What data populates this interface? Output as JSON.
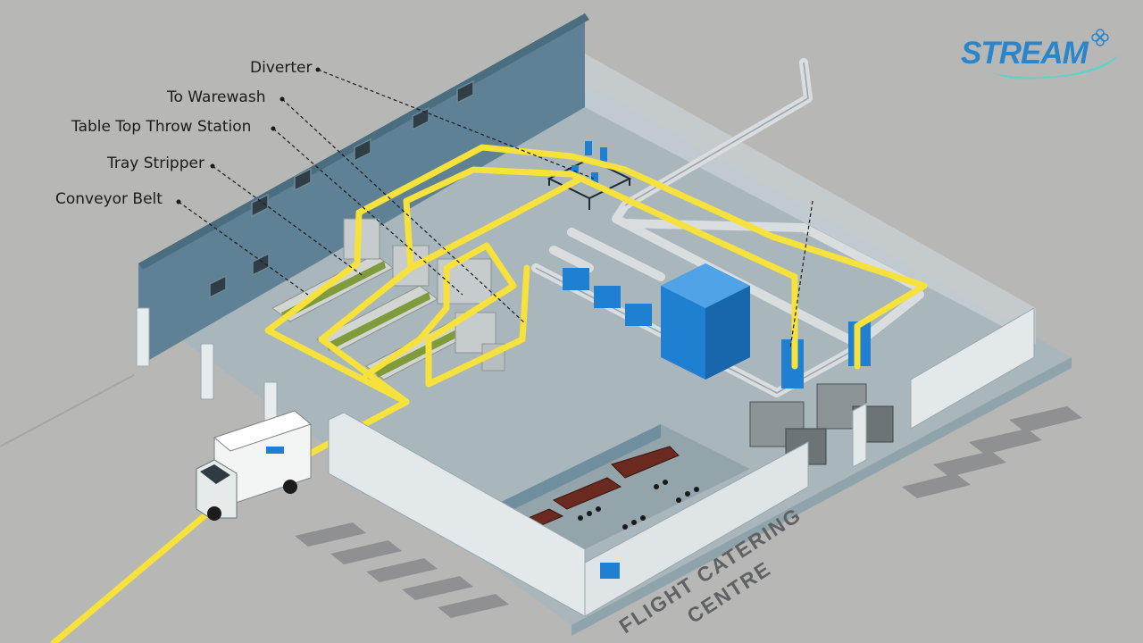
{
  "logo": {
    "text": "STREAM",
    "color": "#2a86cc",
    "swoosh_color": "#5fd3c7",
    "icon": "flower-icon"
  },
  "callouts": [
    {
      "id": "diverter",
      "label": "Diverter"
    },
    {
      "id": "to-warewash",
      "label": "To Warewash"
    },
    {
      "id": "table-top-throw-station",
      "label": "Table Top Throw Station"
    },
    {
      "id": "tray-stripper",
      "label": "Tray Stripper"
    },
    {
      "id": "conveyor-belt",
      "label": "Conveyor Belt"
    }
  ],
  "ground_label": {
    "line1": "FLIGHT CATERING",
    "line2": "CENTRE"
  },
  "truck": {
    "icon": "delivery-truck-icon"
  },
  "colors": {
    "ground": "#b7b7b5",
    "floor": "#a9b7bd",
    "wall": "#5e8195",
    "pipe_route": "#f6e23a",
    "pipe": "#d9dde0",
    "equipment": "#1f7fd0"
  }
}
